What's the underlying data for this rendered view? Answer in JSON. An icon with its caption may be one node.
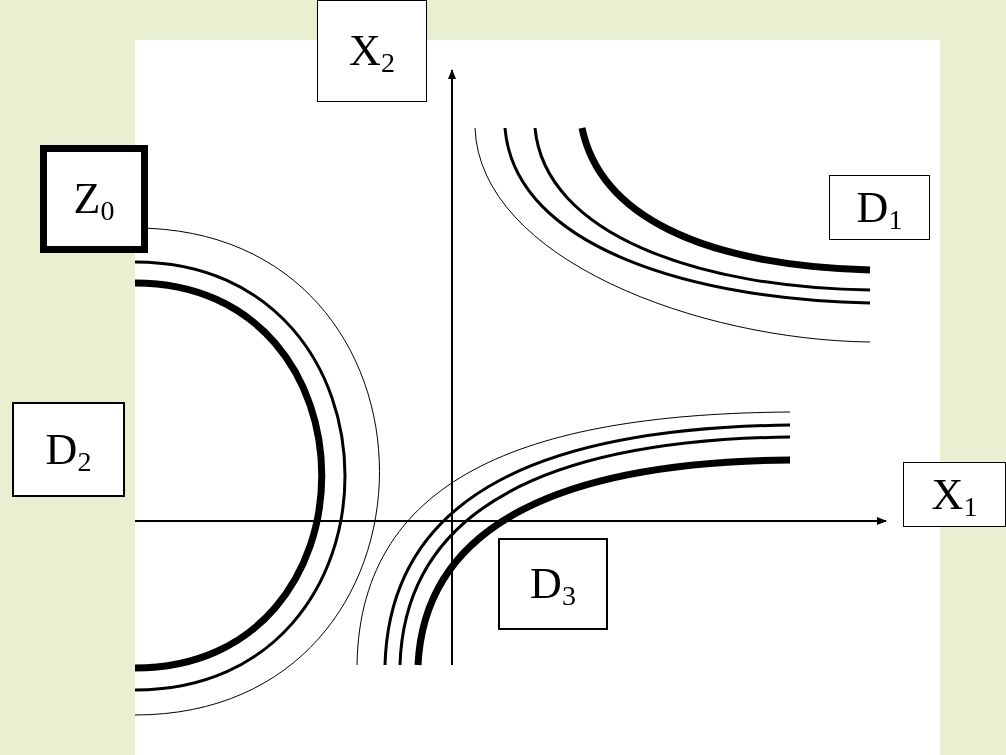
{
  "diagram": {
    "nodes": [
      {
        "text": [
          "X$_{2}$"
        ]
      },
      {
        "text": [
          "Z$_{0}$"
        ]
      },
      {
        "text": [
          "D$_{1}$"
        ]
      },
      {
        "text": [
          "D$_{2}$"
        ]
      },
      {
        "text": [
          "X$_{1}$"
        ]
      },
      {
        "text": [
          "D$_{3}$"
        ]
      }
    ]
  }
}
